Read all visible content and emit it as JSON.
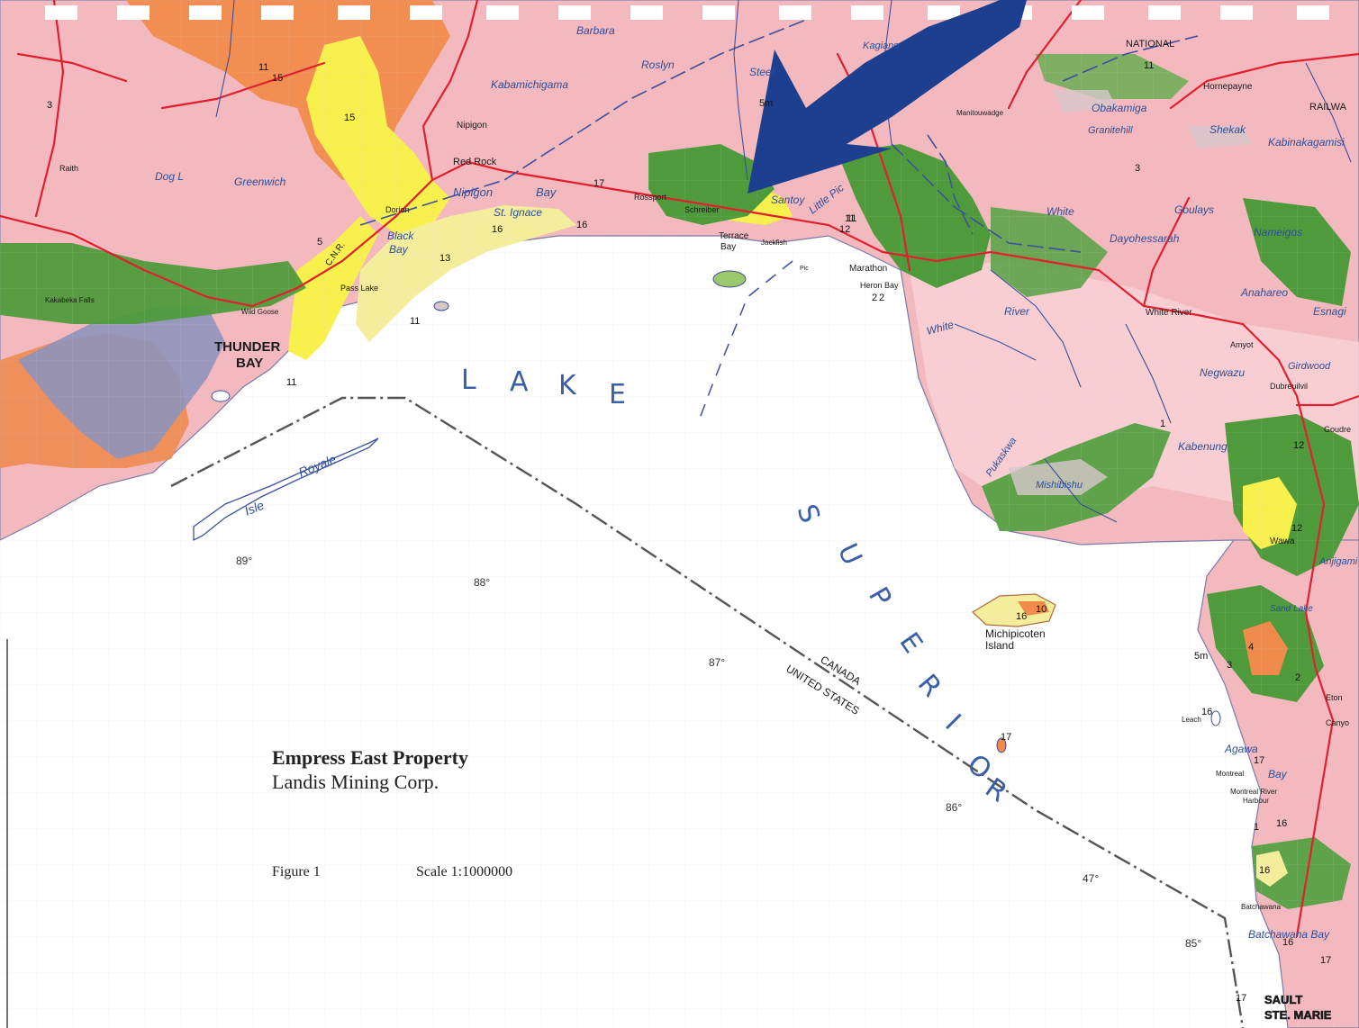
{
  "caption": {
    "title": "Empress East Property",
    "company": "Landis Mining Corp.",
    "figure": "Figure 1",
    "scale": "Scale 1:1000000"
  },
  "lake": {
    "word1_letters": [
      "L",
      "A",
      "K",
      "E"
    ],
    "word2_letters": [
      "S",
      "U",
      "P",
      "E",
      "R",
      "I",
      "O",
      "R"
    ]
  },
  "border": {
    "country_north": "CANADA",
    "country_south": "UNITED STATES"
  },
  "cities": {
    "thunder_bay_1": "THUNDER",
    "thunder_bay_2": "BAY",
    "sault_1": "SAULT",
    "sault_2": "STE. MARIE"
  },
  "coordinates": {
    "lon89": "89°",
    "lon88": "88°",
    "lon87": "87°",
    "lon86": "86°",
    "lon85": "85°",
    "lat47": "47°"
  },
  "islands": {
    "isle_royale_1": "Isle",
    "isle_royale_2": "Royale",
    "michipicoten_1": "Michipicoten",
    "michipicoten_2": "Island",
    "st_ignace": "St. Ignace"
  },
  "places": {
    "barbara": "Barbara",
    "roslyn": "Roslyn",
    "kabamichigama": "Kabamichigama",
    "nipigon": "Nipigon",
    "red_rock": "Red Rock",
    "nipigon_bay_1": "Nipigon",
    "nipigon_bay_2": "Bay",
    "black_bay_1": "Black",
    "black_bay_2": "Bay",
    "dorion": "Dorion",
    "rossport": "Rossport",
    "schreiber": "Schreiber",
    "terrace_bay_1": "Terrace",
    "terrace_bay_2": "Bay",
    "jackfish": "Jackfish",
    "santoy": "Santoy",
    "little_pic": "Little Pic",
    "marathon": "Marathon",
    "heron_bay": "Heron Bay",
    "white_1": "White",
    "white_river_town": "White River",
    "white_river_water": "White",
    "white_river_water2": "River",
    "dog_l": "Dog L",
    "greenwich": "Greenwich",
    "raith": "Raith",
    "pass_lake": "Pass Lake",
    "wild_goose": "Wild Goose",
    "hornepayne": "Hornepayne",
    "shekak": "Shekak",
    "kabinakagamisi": "Kabinakagamisi",
    "nameigos": "Nameigos",
    "goulays": "Goulays",
    "dayohessarah": "Dayohessarah",
    "anahareo": "Anahareo",
    "esnagi": "Esnagi",
    "amyot": "Amyot",
    "negwazu": "Negwazu",
    "girdwood": "Girdwood",
    "dubreuilville": "Dubreuilvil",
    "kabenung": "Kabenung",
    "mishibishu": "Mishibishu",
    "pukaskwa": "Pukaskwa",
    "wawa": "Wawa",
    "anjigami": "Anjigami",
    "sand_lake": "Sand Lake",
    "agawa_1": "Agawa",
    "agawa_bay": "Bay",
    "montreal": "Montreal",
    "montreal_river": "Montreal River",
    "harbour": "Harbour",
    "batchawana": "Batchawana",
    "batchawana_bay": "Batchawana Bay",
    "leach": "Leach",
    "kagiano": "Kagiano",
    "steel": "Steel",
    "manitouwadge": "Manitouwadge",
    "obakamiga": "Obakamiga",
    "granitehill": "Granitehill",
    "national": "NATIONAL",
    "railway": "RAILWA",
    "cnr": "C.N.R.",
    "kaministiquia": "Kakabeka Falls",
    "pic": "Pic",
    "eton": "Eton",
    "canyon": "Canyo",
    "goudreau": "Goudre"
  },
  "units": [
    "11",
    "15",
    "15",
    "3",
    "16",
    "16",
    "13",
    "11",
    "12",
    "5",
    "2",
    "11",
    "11",
    "17",
    "17",
    "16",
    "10",
    "16",
    "17",
    "1",
    "2",
    "3",
    "4",
    "12",
    "12",
    "17",
    "1",
    "3",
    "5m",
    "5m",
    "16",
    "11",
    "11",
    "2",
    "16",
    "17",
    "16"
  ],
  "colors": {
    "water": "#ffffff",
    "land_pink": "#f2b6bc",
    "land_light": "#f7ccd0",
    "orange": "#f08a4b",
    "yellow": "#f7f04a",
    "pale_yellow": "#f3ee9a",
    "green": "#4e9a3a",
    "light_green": "#9cc86a",
    "purple_grey": "#8e90b8",
    "road_red": "#e0202e",
    "river_blue": "#3e4fa0",
    "arrow_navy": "#1d3f8f"
  },
  "arrow_icon": "arrow-pointer-icon"
}
